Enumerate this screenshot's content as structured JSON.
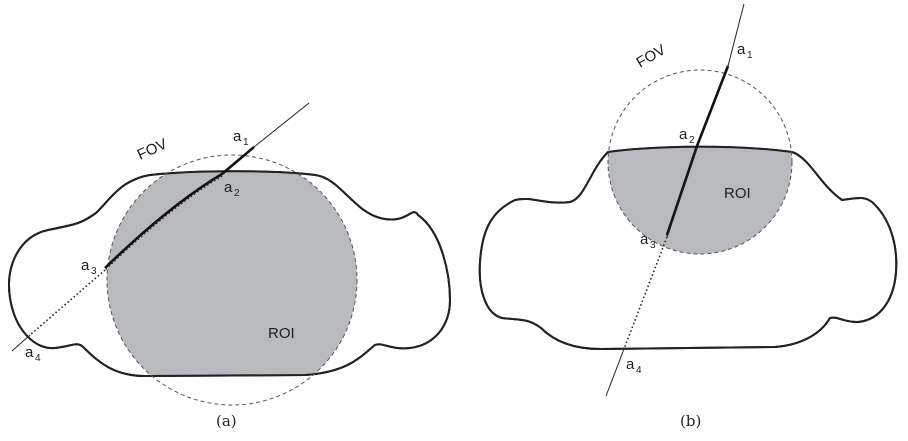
{
  "colors": {
    "roi_fill": "#b9babd",
    "outline": "#222222",
    "background": "#ffffff"
  },
  "panel_a": {
    "fov_label": "FOV",
    "roi_label": "ROI",
    "points": [
      {
        "base": "a",
        "sub": "1"
      },
      {
        "base": "a",
        "sub": "2"
      },
      {
        "base": "a",
        "sub": "3"
      },
      {
        "base": "a",
        "sub": "4"
      }
    ],
    "caption": "(a)"
  },
  "panel_b": {
    "fov_label": "FOV",
    "roi_label": "ROI",
    "points": [
      {
        "base": "a",
        "sub": "1"
      },
      {
        "base": "a",
        "sub": "2"
      },
      {
        "base": "a",
        "sub": "3"
      },
      {
        "base": "a",
        "sub": "4"
      }
    ],
    "caption": "(b)"
  }
}
